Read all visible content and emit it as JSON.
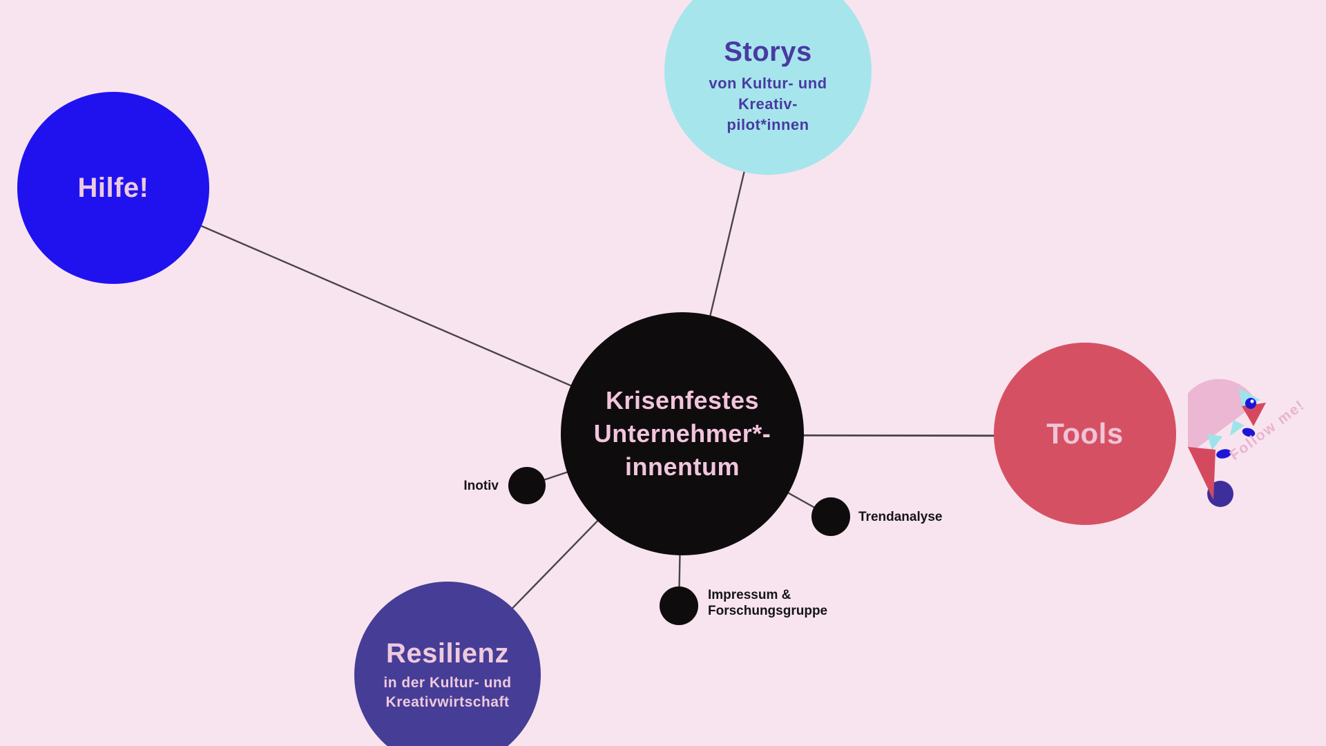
{
  "canvas": {
    "background": "#f7e4ef",
    "connector_color": "#4a4347"
  },
  "mindmap": {
    "central": {
      "lines": [
        "Krisenfestes",
        "Unternehmer*-",
        "innentum"
      ],
      "color": "#0f0c0e",
      "text_color": "#f2c5dc"
    },
    "hilfe": {
      "label": "Hilfe!",
      "color": "#2012ef",
      "text_color": "#edcade"
    },
    "storys": {
      "title": "Storys",
      "subtitle_lines": [
        "von Kultur- und",
        "Kreativ-",
        "pilot*innen"
      ],
      "color": "#a6e5ec",
      "text_color": "#493aa2"
    },
    "tools": {
      "label": "Tools",
      "color": "#d65063",
      "text_color": "#efc4d7"
    },
    "resilienz": {
      "title": "Resilienz",
      "subtitle_lines": [
        "in der Kultur- und",
        "Kreativwirtschaft"
      ],
      "color": "#463d96",
      "text_color": "#eecadd"
    },
    "satellites": {
      "inotiv": {
        "label": "Inotiv"
      },
      "trendanalyse": {
        "label": "Trendanalyse"
      },
      "impressum": {
        "label_lines": [
          "Impressum &",
          "Forschungsgruppe"
        ]
      }
    },
    "dot_color": "#0f0c0e",
    "label_color": "#151515"
  },
  "logo": {
    "follow_label": "Follow me!",
    "colors": {
      "body": "#ecb7d2",
      "accent_cyan": "#9ce4ea",
      "accent_red": "#d5495f",
      "blue": "#1d15d6",
      "tail_circle": "#3c2f9b",
      "text": "#eab3cf"
    }
  }
}
